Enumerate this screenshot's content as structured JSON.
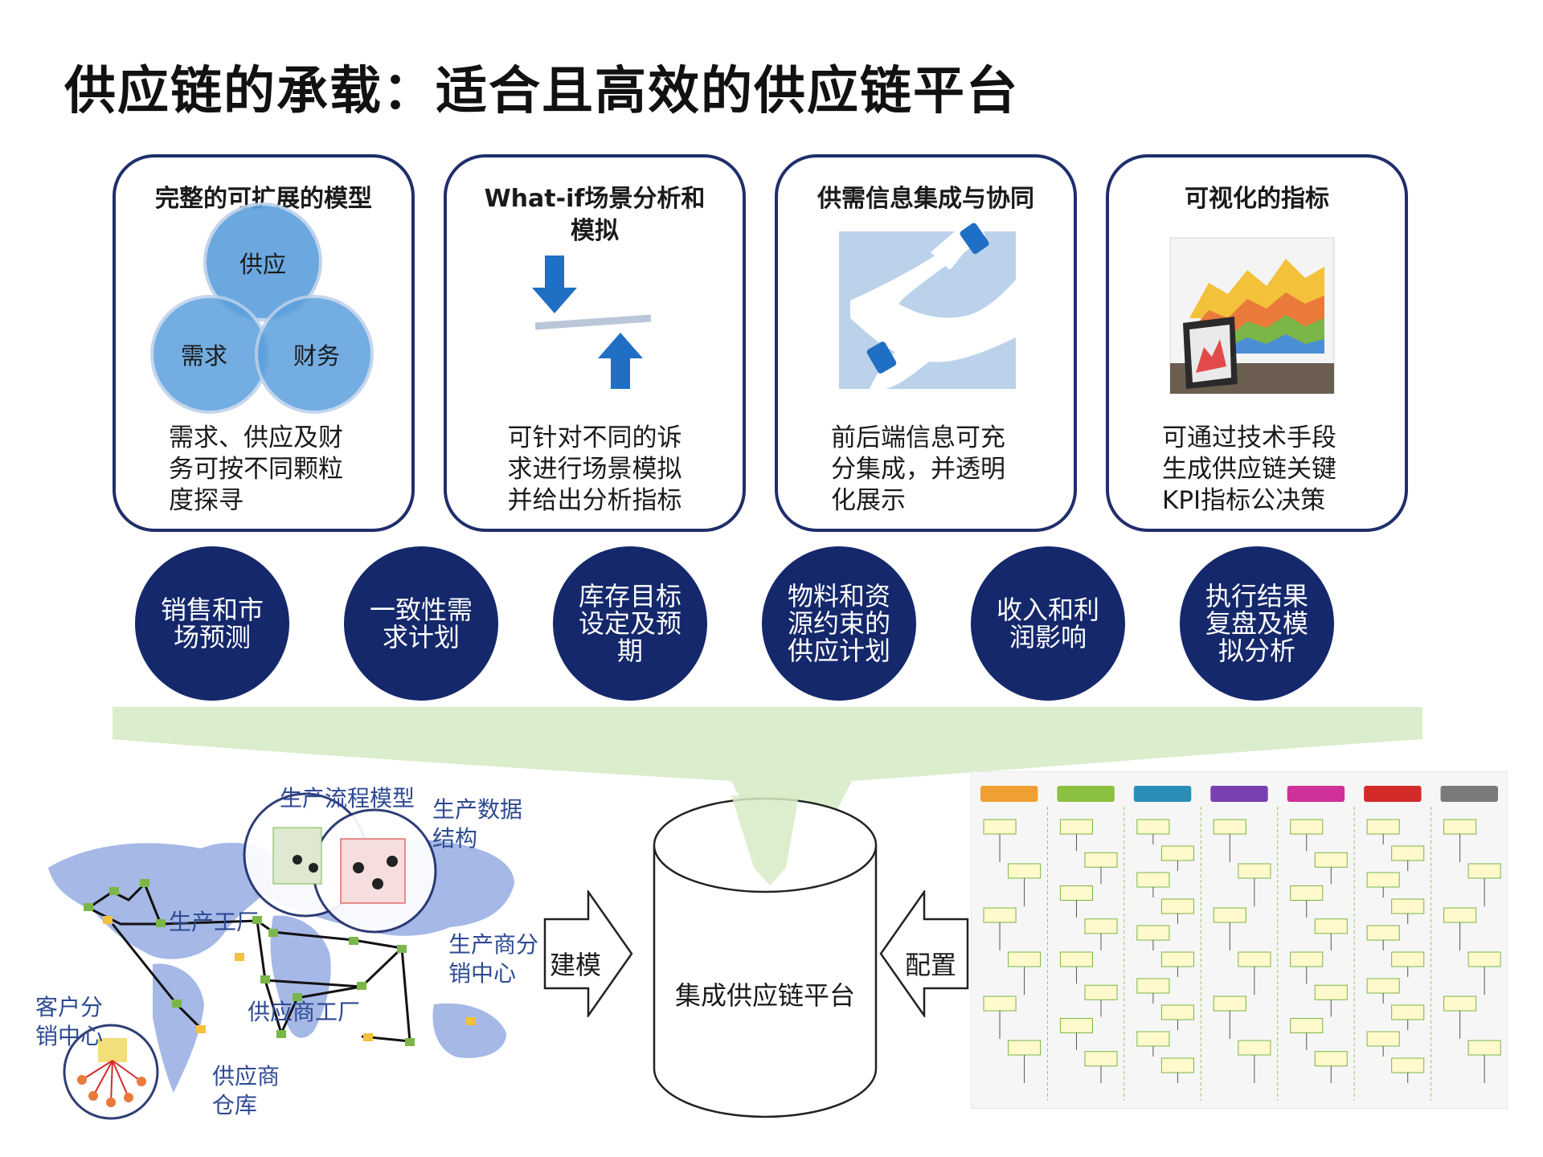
{
  "title": "供应链的承载：适合且高效的供应链平台",
  "colors": {
    "navy": "#15286b",
    "card_border": "#1f2e6b",
    "accent_blue": "#1f6fc4",
    "band": "#d6ebc6",
    "map_blue": "#8ea6e0"
  },
  "cards": [
    {
      "title": "完整的可扩展的模型",
      "desc": "需求、供应及财\n务可按不同颗粒\n度探寻",
      "venn": [
        "供应",
        "需求",
        "财务"
      ]
    },
    {
      "title": "What-if场景分析和\n模拟",
      "desc": "可针对不同的诉\n求进行场景模拟\n并给出分析指标"
    },
    {
      "title": "供需信息集成与协同",
      "desc": "前后端信息可充\n分集成，并透明\n化展示"
    },
    {
      "title": "可视化的指标",
      "desc": "可通过技术手段\n生成供应链关键\nKPI指标公决策"
    }
  ],
  "circles": [
    "销售和市\n场预测",
    "一致性需\n求计划",
    "库存目标\n设定及预\n期",
    "物料和资\n源约束的\n供应计划",
    "收入和利\n润影响",
    "执行结果\n复盘及模\n拟分析"
  ],
  "overview": {
    "labels": {
      "production_flow_model": "生产流程模型",
      "production_data_structure": "生产数据\n结构",
      "production_factory": "生产工厂",
      "producer_distribution_center": "生产商分\n销中心",
      "customer_distribution_center": "客户分\n销中心",
      "supplier_factory": "供应商工厂",
      "supplier_warehouse": "供应商\n仓库"
    },
    "modeling_label": "建模",
    "platform_label": "集成供应链平台",
    "config_label": "配置"
  },
  "flow_chart": {
    "columns": [
      {
        "color": "#f0a030"
      },
      {
        "color": "#8cc040"
      },
      {
        "color": "#2a8fb8"
      },
      {
        "color": "#7a3fb0"
      },
      {
        "color": "#d0309a"
      },
      {
        "color": "#d42a2a"
      },
      {
        "color": "#7a7a7a"
      }
    ]
  }
}
